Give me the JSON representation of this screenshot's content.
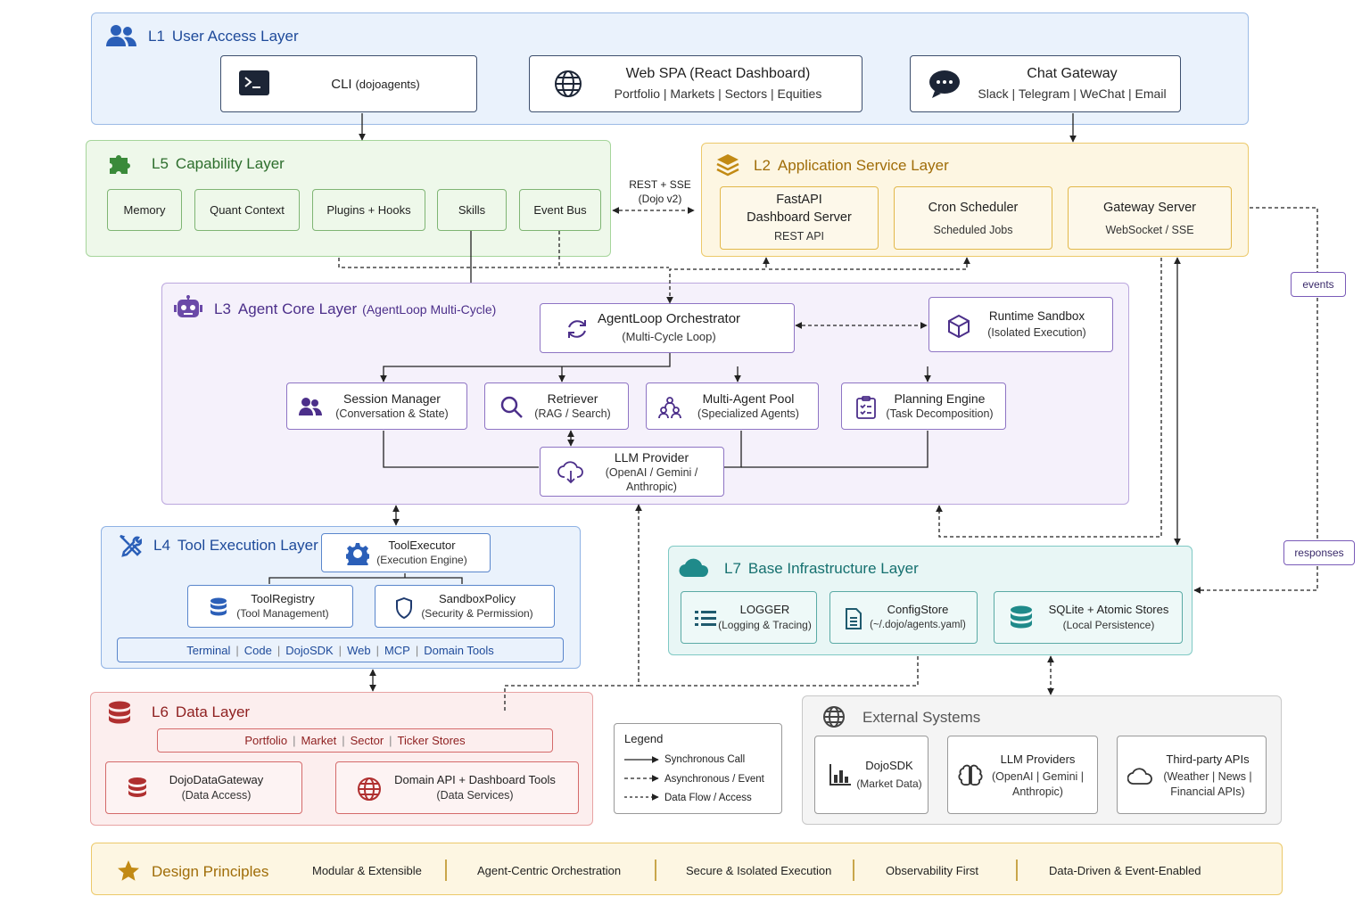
{
  "l1": {
    "num": "L1",
    "title": "User Access Layer",
    "cli": {
      "title": "CLI",
      "sub": "(dojoagents)"
    },
    "web": {
      "title": "Web SPA (React Dashboard)",
      "sub": "Portfolio | Markets | Sectors | Equities"
    },
    "chat": {
      "title": "Chat Gateway",
      "sub": "Slack | Telegram | WeChat | Email"
    }
  },
  "l5": {
    "num": "L5",
    "title": "Capability Layer",
    "items": [
      "Memory",
      "Quant Context",
      "Plugins + Hooks",
      "Skills",
      "Event Bus"
    ]
  },
  "rest_label": {
    "line1": "REST + SSE",
    "line2": "(Dojo v2)"
  },
  "l2": {
    "num": "L2",
    "title": "Application Service Layer",
    "fastapi": {
      "title1": "FastAPI",
      "title2": "Dashboard Server",
      "sub": "REST API"
    },
    "cron": {
      "title": "Cron Scheduler",
      "sub": "Scheduled Jobs"
    },
    "gateway": {
      "title": "Gateway Server",
      "sub": "WebSocket / SSE"
    }
  },
  "events_label": "events",
  "responses_label": "responses",
  "l3": {
    "num": "L3",
    "title": "Agent Core Layer",
    "sub": "(AgentLoop Multi-Cycle)",
    "orchestrator": {
      "title": "AgentLoop Orchestrator",
      "sub": "(Multi-Cycle Loop)"
    },
    "sandbox": {
      "title": "Runtime Sandbox",
      "sub": "(Isolated Execution)"
    },
    "session": {
      "title": "Session Manager",
      "sub": "(Conversation & State)"
    },
    "retriever": {
      "title": "Retriever",
      "sub": "(RAG / Search)"
    },
    "multiagent": {
      "title": "Multi-Agent Pool",
      "sub": "(Specialized Agents)"
    },
    "planning": {
      "title": "Planning Engine",
      "sub": "(Task Decomposition)"
    },
    "llm": {
      "title": "LLM Provider",
      "sub1": "(OpenAI / Gemini /",
      "sub2": "Anthropic)"
    }
  },
  "l4": {
    "num": "L4",
    "title": "Tool Execution Layer",
    "executor": {
      "title": "ToolExecutor",
      "sub": "(Execution Engine)"
    },
    "registry": {
      "title": "ToolRegistry",
      "sub": "(Tool Management)"
    },
    "policy": {
      "title": "SandboxPolicy",
      "sub": "(Security & Permission)"
    },
    "tools": [
      "Terminal",
      "Code",
      "DojoSDK",
      "Web",
      "MCP",
      "Domain Tools"
    ]
  },
  "l7": {
    "num": "L7",
    "title": "Base Infrastructure Layer",
    "logger": {
      "title": "LOGGER",
      "sub": "(Logging & Tracing)"
    },
    "config": {
      "title": "ConfigStore",
      "sub": "(~/.dojo/agents.yaml)"
    },
    "sqlite": {
      "title": "SQLite + Atomic Stores",
      "sub": "(Local Persistence)"
    }
  },
  "l6": {
    "num": "L6",
    "title": "Data Layer",
    "stores": [
      "Portfolio",
      "Market",
      "Sector",
      "Ticker Stores"
    ],
    "gateway": {
      "title": "DojoDataGateway",
      "sub": "(Data Access)"
    },
    "domain": {
      "title": "Domain API + Dashboard Tools",
      "sub": "(Data Services)"
    }
  },
  "legend": {
    "title": "Legend",
    "sync": "Synchronous Call",
    "async": "Asynchronous / Event",
    "flow": "Data Flow / Access"
  },
  "external": {
    "title": "External Systems",
    "dojosdk": {
      "title": "DojoSDK",
      "sub": "(Market Data)"
    },
    "llm": {
      "title": "LLM Providers",
      "sub1": "(OpenAI | Gemini |",
      "sub2": "Anthropic)"
    },
    "third": {
      "title": "Third-party APIs",
      "sub1": "(Weather | News |",
      "sub2": "Financial APIs)"
    }
  },
  "principles": {
    "title": "Design Principles",
    "items": [
      "Modular & Extensible",
      "Agent-Centric Orchestration",
      "Secure & Isolated Execution",
      "Observability First",
      "Data-Driven & Event-Enabled"
    ]
  },
  "colors": {
    "l1": "#2b5fb8",
    "l5": "#3a8a3a",
    "l2": "#c28a14",
    "l3": "#6b4aa8",
    "l4": "#2b5fb8",
    "l7": "#1f8a8a",
    "l6": "#b03030",
    "external": "#555555",
    "principles": "#c28a14"
  }
}
